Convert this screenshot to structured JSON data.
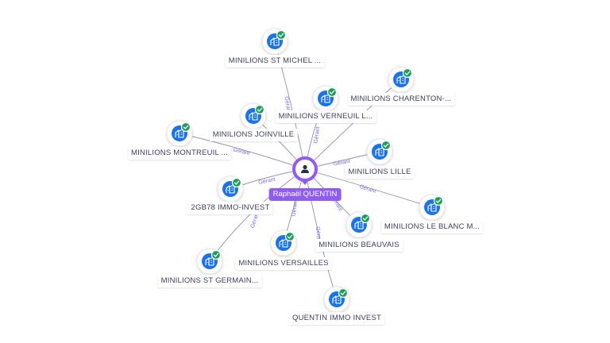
{
  "center": {
    "label": "Raphaël QUENTIN",
    "icon": "person-icon",
    "color": "#8e5cf0"
  },
  "relation_label": "Gérant",
  "colors": {
    "company_icon": "#1a73e8",
    "check_badge": "#1e9e5a",
    "edge": "#8f93a8",
    "relation_text": "#7d6bd6"
  },
  "companies": [
    {
      "name": "MINILIONS ST MICHEL ...",
      "icon": "building-icon",
      "verified": true
    },
    {
      "name": "MINILIONS CHARENTON-...",
      "icon": "building-icon",
      "verified": true
    },
    {
      "name": "MINILIONS VERNEUIL L...",
      "icon": "building-icon",
      "verified": true
    },
    {
      "name": "MINILIONS JOINVILLE",
      "icon": "building-icon",
      "verified": true
    },
    {
      "name": "MINILIONS MONTREUIL ...",
      "icon": "building-icon",
      "verified": true
    },
    {
      "name": "MINILIONS LILLE",
      "icon": "building-icon",
      "verified": true
    },
    {
      "name": "2GB78 IMMO-INVEST",
      "icon": "building-icon",
      "verified": true
    },
    {
      "name": "MINILIONS LE BLANC M...",
      "icon": "building-icon",
      "verified": true
    },
    {
      "name": "MINILIONS BEAUVAIS",
      "icon": "building-icon",
      "verified": true
    },
    {
      "name": "MINILIONS VERSAILLES",
      "icon": "building-icon",
      "verified": true
    },
    {
      "name": "MINILIONS ST GERMAIN...",
      "icon": "building-icon",
      "verified": true
    },
    {
      "name": "QUENTIN IMMO INVEST",
      "icon": "building-icon",
      "verified": true
    }
  ]
}
